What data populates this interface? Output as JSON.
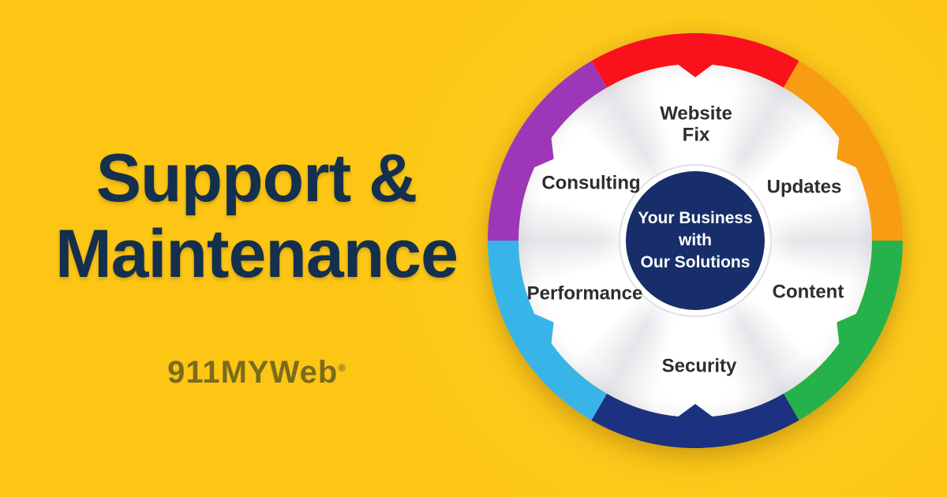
{
  "headline": {
    "line1": "Support &",
    "line2": "Maintenance"
  },
  "brand": {
    "name": "911MYWeb",
    "mark": "®"
  },
  "wheel": {
    "center": {
      "line1": "Your Business",
      "line2": "with",
      "line3": "Our Solutions",
      "bg_color": "#172e6a",
      "ring_color": "#ffffff"
    },
    "segments": [
      {
        "label": "Website Fix",
        "color": "#f9121b",
        "position": "top"
      },
      {
        "label": "Updates",
        "color": "#f89c14",
        "position": "upper-right"
      },
      {
        "label": "Content",
        "color": "#25b24a",
        "position": "lower-right"
      },
      {
        "label": "Security",
        "color": "#1d3181",
        "position": "bottom"
      },
      {
        "label": "Performance",
        "color": "#38b5e8",
        "position": "lower-left"
      },
      {
        "label": "Consulting",
        "color": "#9d37b8",
        "position": "upper-left"
      }
    ]
  },
  "colors": {
    "background": "#fdc614",
    "headline": "#14304e",
    "brand": "#7b6b1d",
    "label": "#2d2d31"
  }
}
